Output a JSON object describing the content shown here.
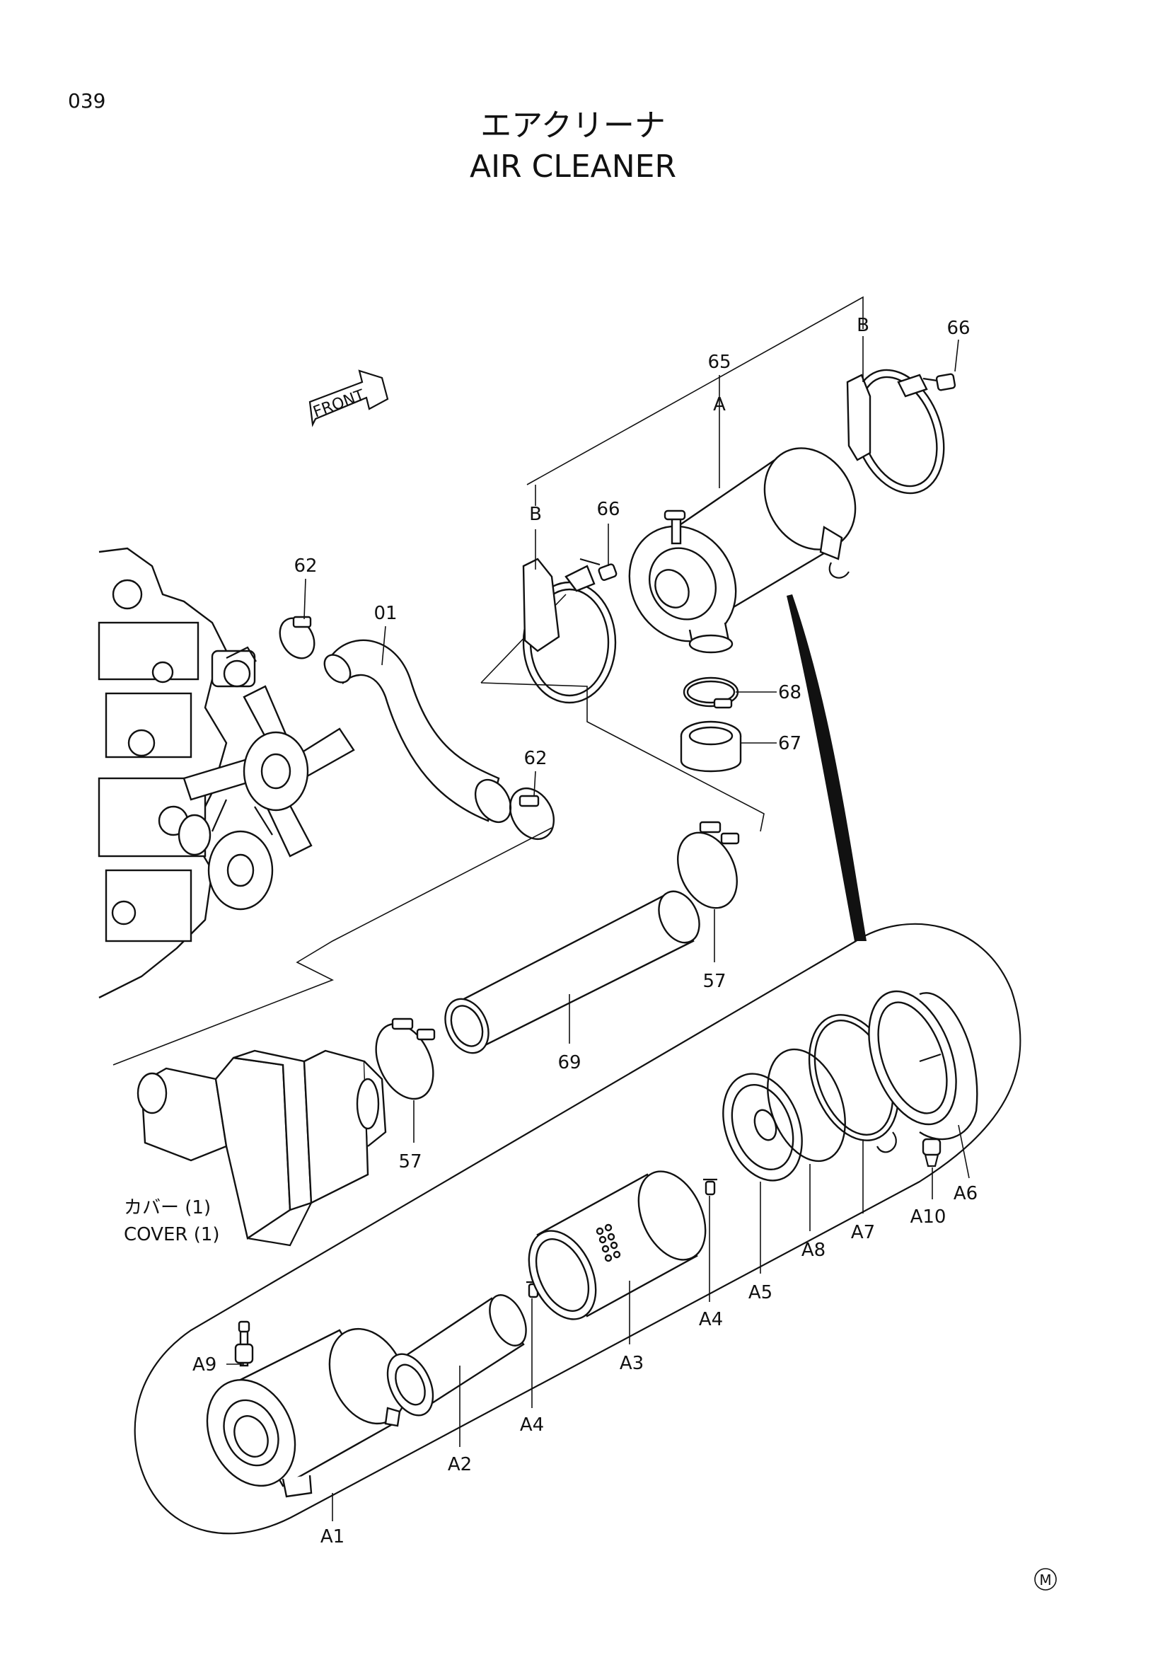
{
  "page": {
    "number": "039",
    "title_jp": "エアクリーナ",
    "title_en": "AIR CLEANER",
    "footer_mark": "M"
  },
  "front_marker": "FRONT",
  "cover_note": {
    "jp": "カバー (1)",
    "en": "COVER (1)"
  },
  "callouts": {
    "c66a": "66",
    "c66b": "66",
    "c65": "65",
    "cA": "A",
    "cBa": "B",
    "cBb": "B",
    "c62a": "62",
    "c62b": "62",
    "c01": "01",
    "c68": "68",
    "c67": "67",
    "c57a": "57",
    "c57b": "57",
    "c69": "69",
    "cA1": "A1",
    "cA2": "A2",
    "cA3": "A3",
    "cA4a": "A4",
    "cA4b": "A4",
    "cA5": "A5",
    "cA6": "A6",
    "cA7": "A7",
    "cA8": "A8",
    "cA9": "A9",
    "cA10": "A10"
  }
}
